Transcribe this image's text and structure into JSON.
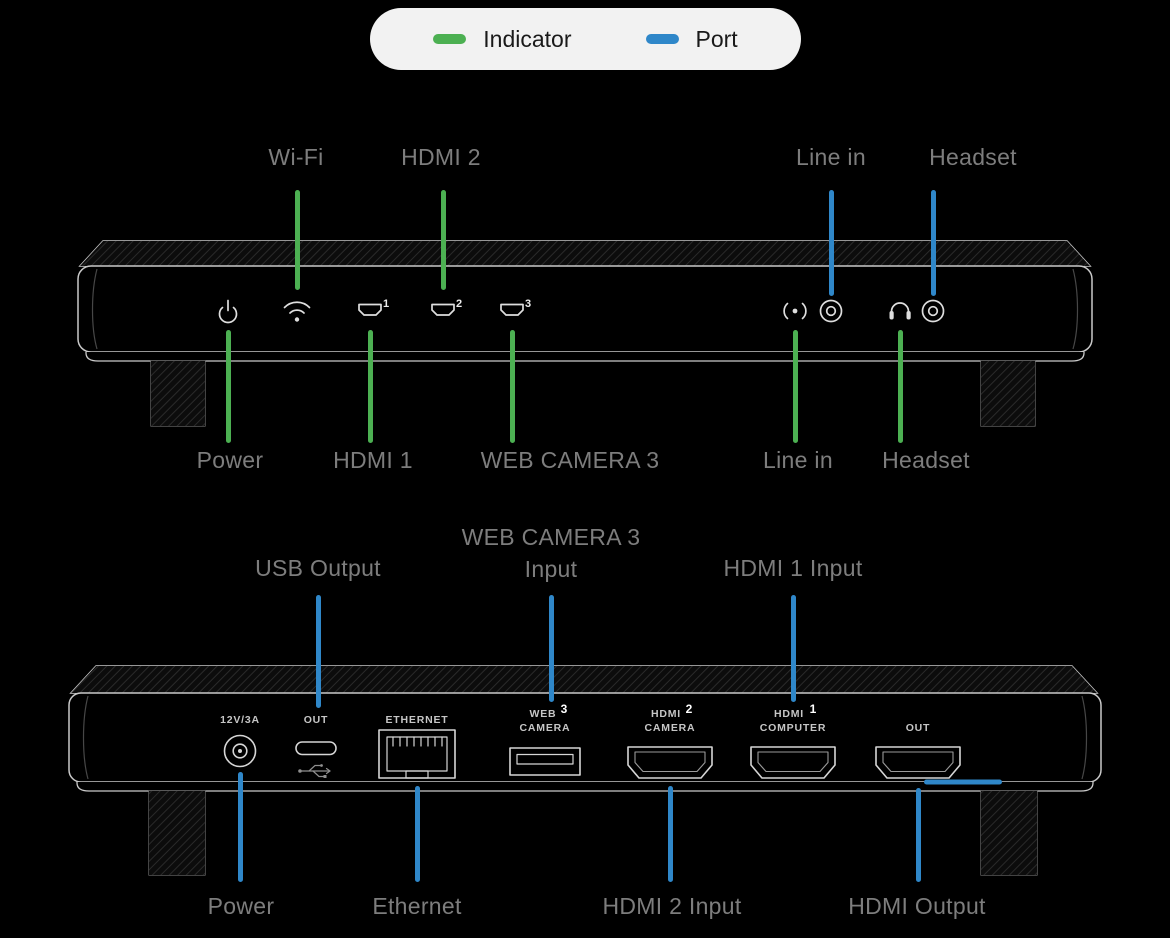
{
  "colors": {
    "background": "#000000",
    "indicator": "#4cb052",
    "port": "#2f87c9",
    "callout-label": "#7d7d7d",
    "legend-bg": "#f2f2f2",
    "legend-text": "#1a1a1a",
    "outline": "#c9c9c9",
    "port-label": "#c6c6c6"
  },
  "legend": {
    "items": [
      {
        "label": "Indicator",
        "type": "indicator"
      },
      {
        "label": "Port",
        "type": "port"
      }
    ]
  },
  "front_panel": {
    "callouts_top": [
      {
        "label": "Wi-Fi",
        "type": "indicator"
      },
      {
        "label": "HDMI 2",
        "type": "indicator"
      },
      {
        "label": "Line in",
        "type": "port"
      },
      {
        "label": "Headset",
        "type": "port"
      }
    ],
    "callouts_bottom": [
      {
        "label": "Power",
        "type": "indicator"
      },
      {
        "label": "HDMI 1",
        "type": "indicator"
      },
      {
        "label": "WEB CAMERA 3",
        "type": "indicator"
      },
      {
        "label": "Line in",
        "type": "indicator"
      },
      {
        "label": "Headset",
        "type": "indicator"
      }
    ],
    "connector_numbers": [
      "1",
      "2",
      "3"
    ]
  },
  "rear_panel": {
    "callouts_top": [
      {
        "label": "USB Output",
        "type": "port"
      },
      {
        "label": "WEB CAMERA 3",
        "sublabel": "Input",
        "type": "port"
      },
      {
        "label": "HDMI 1 Input",
        "type": "port"
      }
    ],
    "callouts_bottom": [
      {
        "label": "Power",
        "type": "port"
      },
      {
        "label": "Ethernet",
        "type": "port"
      },
      {
        "label": "HDMI 2 Input",
        "type": "port"
      },
      {
        "label": "HDMI Output",
        "type": "port"
      }
    ],
    "port_labels": [
      {
        "line1": "12V/3A"
      },
      {
        "line1": "OUT"
      },
      {
        "line1": "ETHERNET"
      },
      {
        "line1": "WEB",
        "line2": "CAMERA",
        "number": "3"
      },
      {
        "line1": "HDMI",
        "line2": "CAMERA",
        "number": "2"
      },
      {
        "line1": "HDMI",
        "line2": "COMPUTER",
        "number": "1"
      },
      {
        "line1": "OUT"
      }
    ]
  }
}
